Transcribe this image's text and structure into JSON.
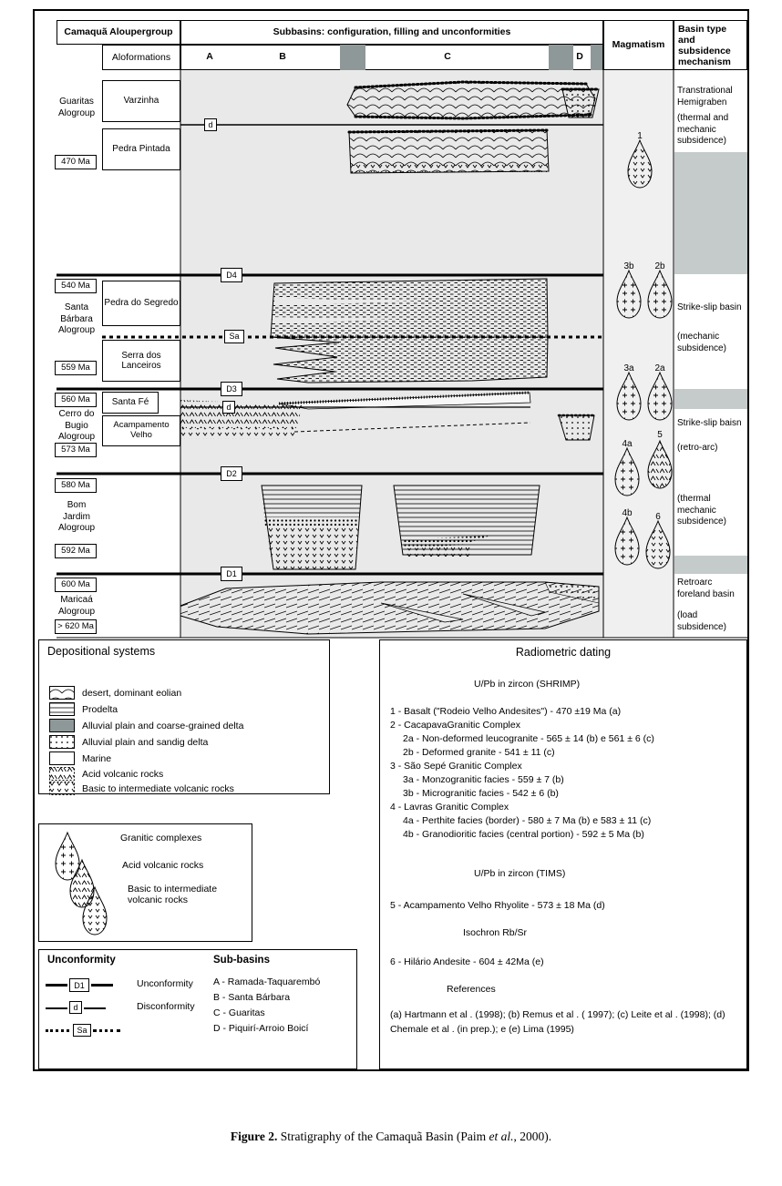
{
  "colors": {
    "chart_bg": "#e9e9e9",
    "divider_gray": "#8e9898",
    "band_gray": "#c5cbcb",
    "black": "#000000"
  },
  "header": {
    "supergroup": "Camaquã Aloupergroup",
    "subbasins": "Subbasins: configuration, filling and unconformities",
    "aloformations": "Aloformations",
    "magmatism": "Magmatism",
    "basin_type": "Basin type and subsidence mechanism",
    "columns": [
      "A",
      "B",
      "C",
      "D"
    ]
  },
  "alogroups": [
    {
      "name": "Guaritas Alogroup",
      "age_bottom": "470 Ma"
    },
    {
      "name": "Santa Bárbara Alogroup",
      "age_top": "540 Ma",
      "age_bottom": "559 Ma"
    },
    {
      "name": "Cerro do Bugio Alogroup",
      "age_top": "560 Ma",
      "age_bottom": "573 Ma"
    },
    {
      "name": "Bom Jardim Alogroup",
      "age_top": "580 Ma",
      "age_bottom": "592 Ma"
    },
    {
      "name": "Maricaá Alogroup",
      "age_top": "600 Ma",
      "age_bottom": "> 620 Ma"
    }
  ],
  "aloformations": [
    "Varzinha",
    "Pedra Pintada",
    "Pedra do Segredo",
    "Serra dos Lanceiros",
    "Santa Fé",
    "Acampamento Velho"
  ],
  "unconformity_labels": [
    "d",
    "D4",
    "Sa",
    "D3",
    "d",
    "D2",
    "D1"
  ],
  "magmatism_bodies": [
    {
      "label": "1",
      "type": "basic-volcanic"
    },
    {
      "label": "3b",
      "type": "granitic"
    },
    {
      "label": "2b",
      "type": "granitic"
    },
    {
      "label": "3a",
      "type": "granitic"
    },
    {
      "label": "2a",
      "type": "granitic"
    },
    {
      "label": "4a",
      "type": "granitic"
    },
    {
      "label": "5",
      "type": "acid-volcanic"
    },
    {
      "label": "4b",
      "type": "granitic"
    },
    {
      "label": "6",
      "type": "basic-volcanic"
    }
  ],
  "basin_types": [
    {
      "name": "Transtrational Hemigraben",
      "sub": "(thermal and mechanic subsidence)"
    },
    {
      "name": "Strike-slip basin",
      "sub": "(mechanic subsidence)"
    },
    {
      "name": "Strike-slip baisn",
      "sub": "(retro-arc)"
    },
    {
      "name": "",
      "sub": "(thermal mechanic subsidence)"
    },
    {
      "name": "Retroarc foreland basin",
      "sub": "(load subsidence)"
    }
  ],
  "legend_depositional": {
    "title": "Depositional systems",
    "items": [
      {
        "label": "desert, dominant eolian",
        "pattern": "eolian"
      },
      {
        "label": "Prodelta",
        "pattern": "horizontal-lines"
      },
      {
        "label": "Alluvial plain and coarse-grained delta",
        "pattern": "solid-gray"
      },
      {
        "label": "Alluvial plain and sandig delta",
        "pattern": "dots"
      },
      {
        "label": "Marine",
        "pattern": "blank"
      },
      {
        "label": "Acid volcanic rocks",
        "pattern": "acid-volcanic"
      },
      {
        "label": "Basic to intermediate volcanic rocks",
        "pattern": "basic-volcanic"
      }
    ]
  },
  "legend_complexes": {
    "items": [
      {
        "label": "Granitic complexes",
        "pattern": "granitic"
      },
      {
        "label": "Acid volcanic rocks",
        "pattern": "acid-volcanic"
      },
      {
        "label": "Basic to intermediate volcanic rocks",
        "pattern": "basic-volcanic"
      }
    ]
  },
  "legend_unconformity": {
    "title": "Unconformity",
    "items": [
      {
        "symbol": "D1",
        "label": "Unconformity",
        "line": "thick"
      },
      {
        "symbol": "d",
        "label": "Disconformity",
        "line": "thin"
      },
      {
        "symbol": "Sa",
        "label": "",
        "line": "dotted"
      }
    ]
  },
  "legend_subbasins": {
    "title": "Sub-basins",
    "items": [
      "A - Ramada-Taquarembó",
      "B - Santa Bárbara",
      "C - Guaritas",
      "D - Piquirí-Arroio Boicí"
    ]
  },
  "radiometric": {
    "title": "Radiometric dating",
    "shrimp_heading": "U/Pb in zircon (SHRIMP)",
    "shrimp_lines": [
      "1 - Basalt (\"Rodeio Velho Andesites\") - 470    ±19 Ma (a)",
      "2 - CacapavaGranitic Complex",
      "2a - Non-deformed leucogranite - 565    ± 14 (b) e 561 ± 6 (c)",
      "2b - Deformed granite - 541    ± 11 (c)",
      "3 -  São Sepé Granitic Complex",
      "3a - Monzogranitic facies     - 559 ± 7 (b)",
      "3b -   Microgranitic facies  - 542 ± 6  (b)",
      "4 - Lavras Granitic Complex",
      "4a - Perthite facies (border)  - 580 ± 7 Ma (b) e 583 ± 11 (c)",
      "4b - Granodioritic facies (central portion)    - 592 ± 5 Ma (b)"
    ],
    "tims_heading": "U/Pb in zircon (TIMS)",
    "tims_line": "5 -  Acampamento Velho Rhyolite  - 573 ± 18 Ma (d)",
    "isochron_heading": "Isochron   Rb/Sr",
    "isochron_line": "6 - Hilário Andesite - 604    ± 42Ma (e)",
    "references_heading": "References",
    "references_text": "(a) Hartmann  et al . (1998);  (b) Remus  et al . ( 1997);  (c) Leite et al . (1998);  (d) Chemale  et al . (in prep.); e  (e) Lima (1995)"
  },
  "caption": {
    "figure_label": "Figure 2.",
    "text_before_italic": " Stratigraphy of the Camaquã Basin (Paim ",
    "italic": "et al.",
    "text_after_italic": ", 2000)."
  }
}
